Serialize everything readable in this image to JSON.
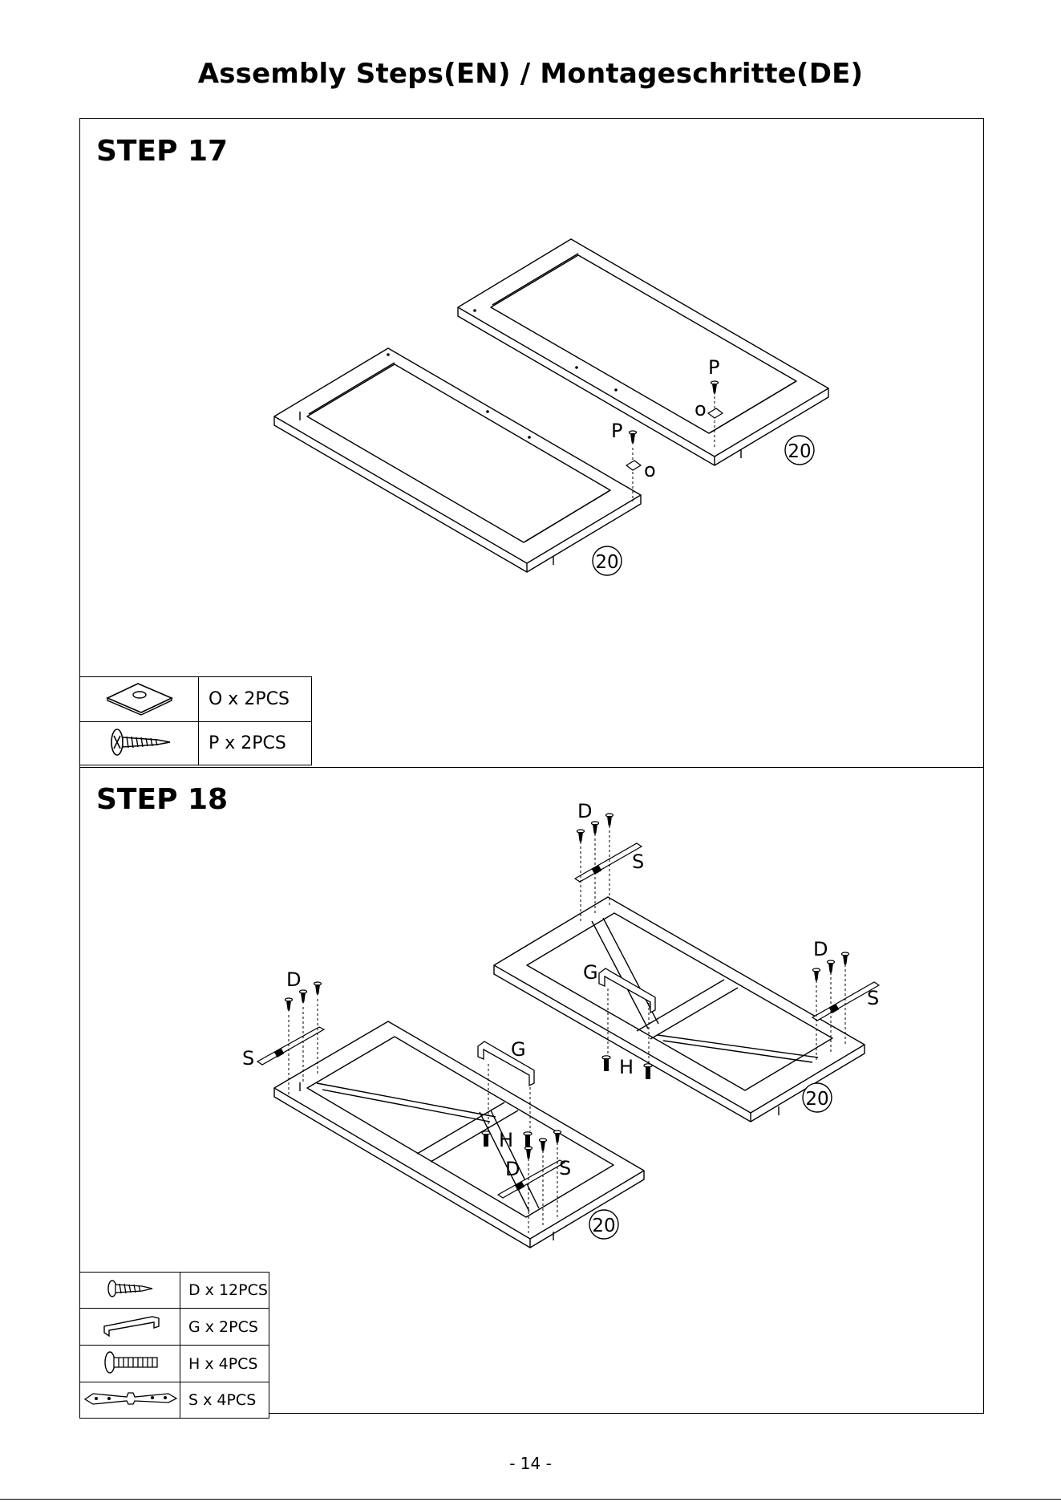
{
  "page_title": "Assembly Steps(EN) / Montageschritte(DE)",
  "step17": {
    "title": "STEP 17",
    "callouts": {
      "panel_left": "20",
      "panel_right": "20",
      "screw": "P",
      "plate": "o"
    },
    "parts": [
      {
        "icon": "plate-icon",
        "label": "O x 2PCS"
      },
      {
        "icon": "screw-icon",
        "label": "P x 2PCS"
      }
    ]
  },
  "step18": {
    "title": "STEP 18",
    "callouts": {
      "panel": "20",
      "screw": "D",
      "hinge": "S",
      "handle": "G",
      "bolt": "H"
    },
    "parts": [
      {
        "icon": "screw-icon",
        "label": "D x 12PCS"
      },
      {
        "icon": "handle-icon",
        "label": "G x 2PCS"
      },
      {
        "icon": "bolt-icon",
        "label": "H x 4PCS"
      },
      {
        "icon": "hinge-icon",
        "label": "S x 4PCS"
      }
    ]
  },
  "page_number": "- 14 -"
}
